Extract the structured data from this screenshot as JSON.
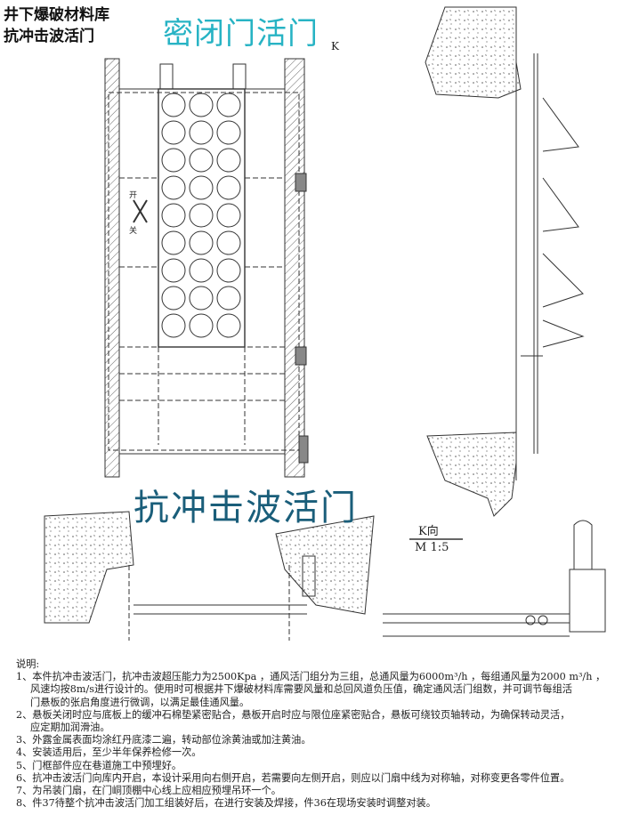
{
  "title": {
    "line1": "井下爆破材料库",
    "line2": "抗冲击波活门"
  },
  "overlay_top": "密闭门活门",
  "overlay_bottom": "抗冲击波活门",
  "drawing": {
    "k_marker": "K",
    "view_label": "K向",
    "scale": "M 1:5",
    "open_label_1": "开",
    "open_label_2": "关"
  },
  "notes": {
    "heading": "说明:",
    "items": [
      "1、本件抗冲击波活门，抗冲击波超压能力为2500Kpa ，通风活门组分为三组，总通风量为6000m³/h ，每组通风量为2000 m³/h ，",
      "风速均按8m/s进行设计的。使用时可根据井下爆破材料库需要风量和总回风道负压值，确定通风活门组数，并可调节每组活",
      "门悬板的张启角度进行微调，以满足最佳通风量。",
      "2、悬板关闭时应与底板上的缓冲石棉垫紧密贴合，悬板开启时应与限位座紧密贴合，悬板可绕铰页轴转动，为确保转动灵活，",
      "应定期加润滑油。",
      "3、外露金属表面均涂红丹底漆二遍，转动部位涂黄油或加注黄油。",
      "4、安装适用后，至少半年保养检修一次。",
      "5、门框部件应在巷道施工中预埋好。",
      "6、抗冲击波活门向库内开启，本设计采用向右侧开启，若需要向左侧开启，则应以门扇中线为对称轴，对称变更各零件位置。",
      "7、为吊装门扇，在门峒顶棚中心线上应相应预埋吊环一个。",
      "8、件37待整个抗冲击波活门加工组装好后，在进行安装及焊接，件36在现场安装时调整对装。"
    ]
  },
  "colors": {
    "overlay_top": "#27b3c4",
    "overlay_bottom": "#1a5e7a",
    "line": "#333333"
  }
}
